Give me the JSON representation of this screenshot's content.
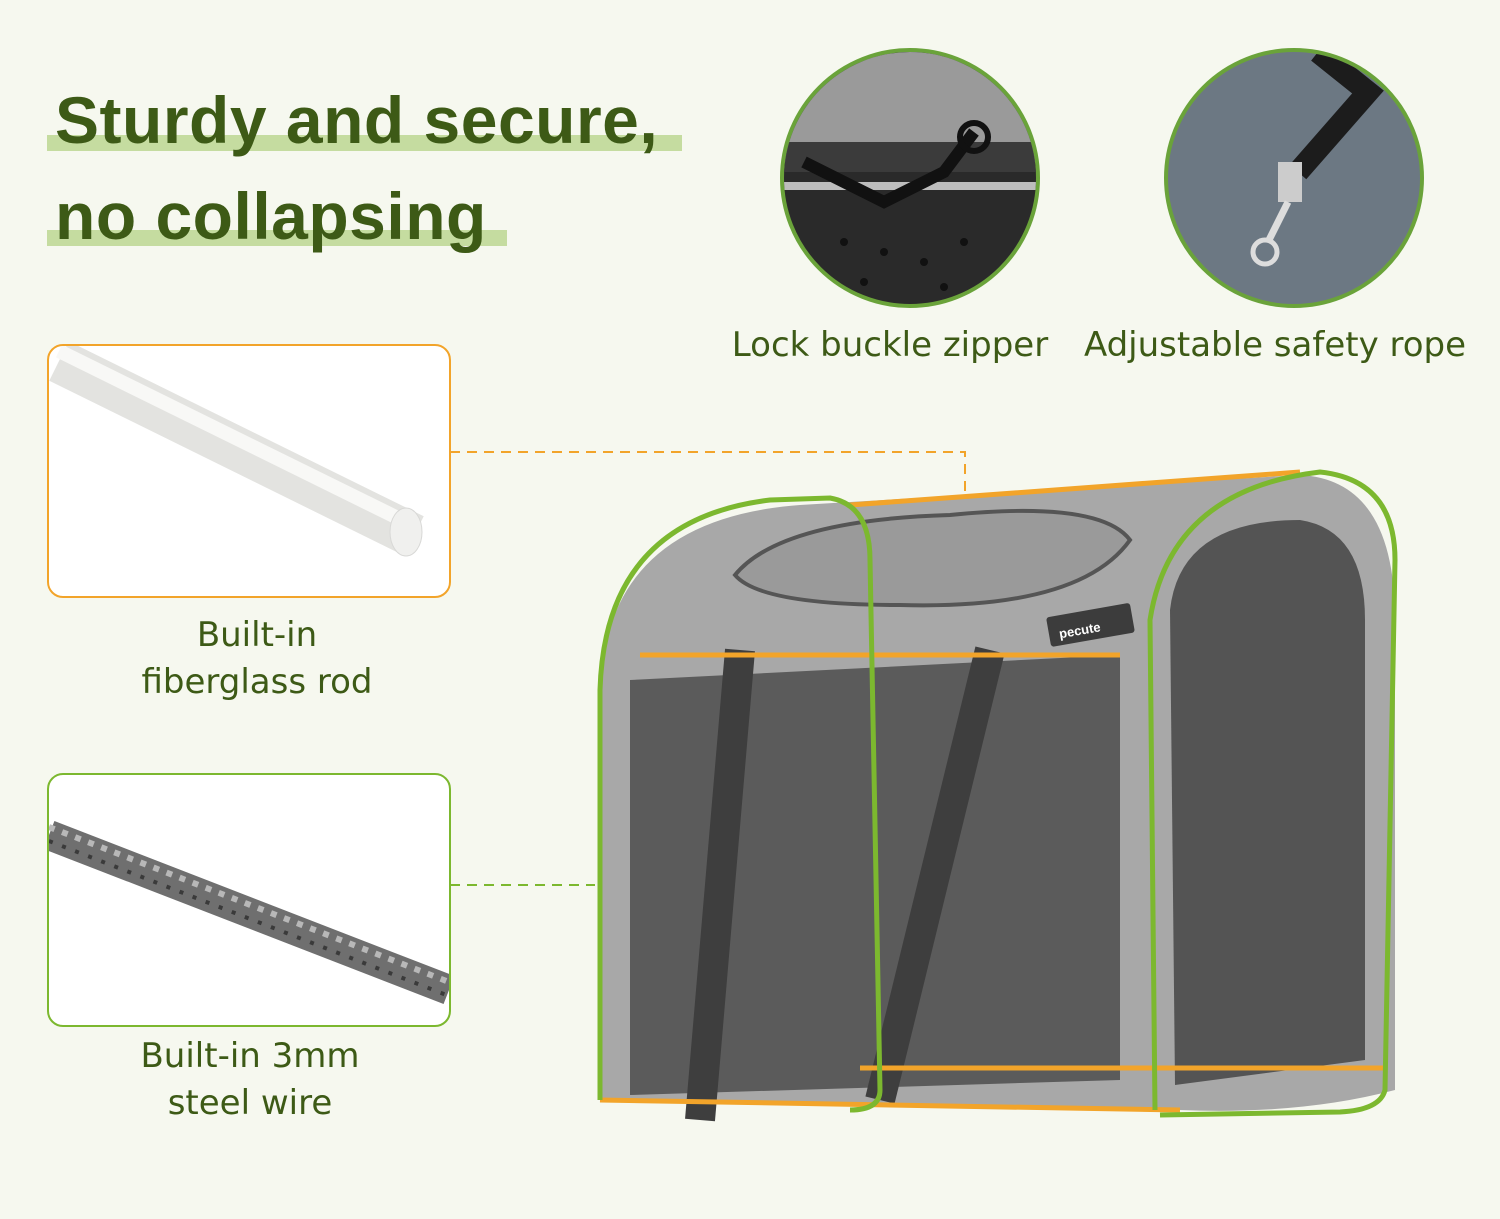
{
  "headline": {
    "line1": "Sturdy and secure,",
    "line2": "no collapsing"
  },
  "features": [
    {
      "label": "Lock buckle zipper"
    },
    {
      "label": "Adjustable safety rope"
    }
  ],
  "materials": [
    {
      "line1": "Built-in",
      "line2": "fiberglass rod"
    },
    {
      "line1": "Built-in 3mm",
      "line2": "steel wire"
    }
  ],
  "brand_logo": "pecute",
  "colors": {
    "headline": "#3d5a16",
    "highlight": "#c5dca0",
    "rod_frame": "#f2a42a",
    "wire_frame": "#7cb82f",
    "background": "#f6f8ef"
  }
}
